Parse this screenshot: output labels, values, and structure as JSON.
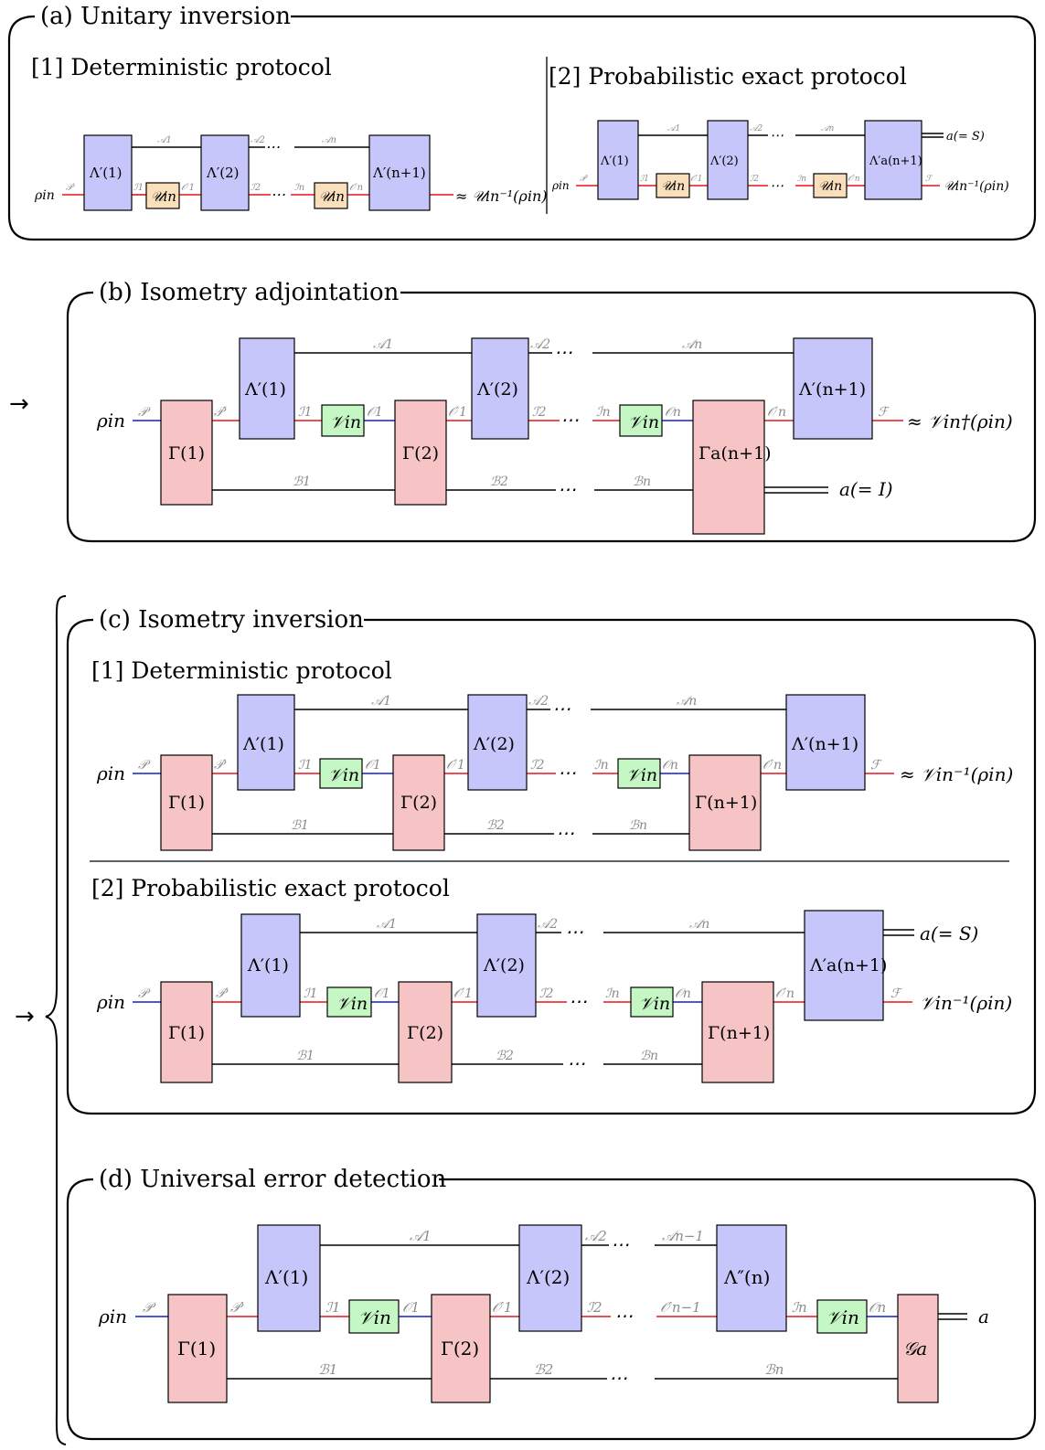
{
  "panels": {
    "a": {
      "title": "(a) Unitary inversion",
      "sub1": "[1] Deterministic protocol",
      "sub2": "[2] Probabilistic exact protocol"
    },
    "b": {
      "title": "(b) Isometry adjointation"
    },
    "c": {
      "title": "(c) Isometry inversion",
      "sub1": "[1] Deterministic protocol",
      "sub2": "[2] Probabilistic exact protocol"
    },
    "d": {
      "title": "(d) Universal error detection"
    }
  },
  "arrows": {
    "b": "→",
    "c": "→"
  },
  "symbols": {
    "rho_in": "ρin",
    "dots": "⋯",
    "approx_U_inv": "≈ 𝒰in⁻¹(ρin)",
    "U_inv": "𝒰in⁻¹(ρin)",
    "approx_V_dag": "≈ 𝒱in†(ρin)",
    "approx_V_inv": "≈ 𝒱in⁻¹(ρin)",
    "V_inv": "𝒱in⁻¹(ρin)",
    "a_S": "a(= S)",
    "a_I": "a(= I)",
    "a": "a"
  },
  "boxes": {
    "lam1": "Λ′(1)",
    "lam2": "Λ′(2)",
    "lamN1": "Λ′(n+1)",
    "lamaN1": "Λ′a(n+1)",
    "lamppn": "Λ″(n)",
    "gam1": "Γ(1)",
    "gam2": "Γ(2)",
    "gamN1": "Γ(n+1)",
    "gamaN1": "Γa(n+1)",
    "Uin": "𝒰in",
    "Vin": "𝒱in",
    "Ga": "𝒢a"
  },
  "wires": {
    "P": "𝒫",
    "Pp": "𝒫′",
    "F": "ℱ",
    "A1": "𝒜1",
    "A2": "𝒜2",
    "An": "𝒜n",
    "An1": "𝒜n−1",
    "B1": "ℬ1",
    "B2": "ℬ2",
    "Bn": "ℬn",
    "I1": "ℐ1",
    "I2": "ℐ2",
    "In": "ℐn",
    "O1": "𝒪1",
    "On": "𝒪n",
    "O1p": "𝒪′1",
    "Onp": "𝒪′n",
    "On1p": "𝒪′n−1"
  },
  "colors": {
    "lambda": "#c6c6fb",
    "gamma": "#f6c4c4",
    "U": "#f9dfbc",
    "V": "#c4f7c4",
    "red_wire": "#e8141c",
    "blue_wire": "#1020d0"
  }
}
